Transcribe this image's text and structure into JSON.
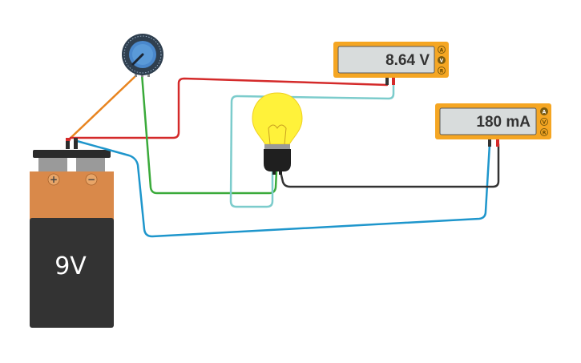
{
  "battery": {
    "label": "9V",
    "positive_sign": "+",
    "negative_sign": "−"
  },
  "voltmeter": {
    "reading": "8.64 V",
    "modes": [
      "A",
      "V",
      "R"
    ],
    "active_mode": "V"
  },
  "ammeter": {
    "reading": "180 mA",
    "modes": [
      "A",
      "V",
      "R"
    ],
    "active_mode": "A"
  },
  "colors": {
    "wire_red": "#d42a2a",
    "wire_orange": "#e8841f",
    "wire_green": "#3aaa3a",
    "wire_teal": "#7ccccc",
    "wire_blue": "#1e96cc",
    "wire_black": "#333333",
    "meter_body": "#f5a623",
    "battery_top": "#d9894a",
    "battery_bottom": "#333333",
    "bulb_glass": "#fff23a",
    "pot_knob": "#4a88cc"
  }
}
